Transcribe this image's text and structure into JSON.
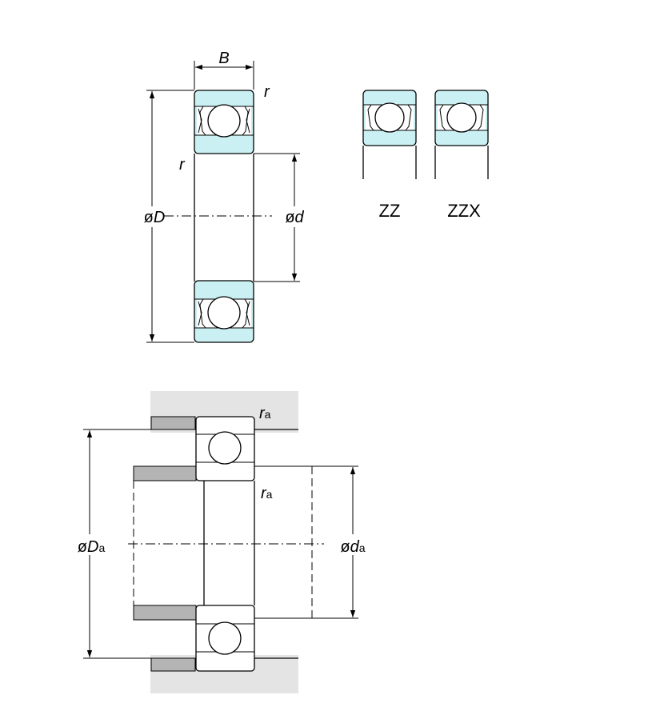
{
  "colors": {
    "ring_fill": "#cbf0f3",
    "housing_fill": "#e4e4e4",
    "shoulder_fill": "#b4b4b4",
    "line": "#000000"
  },
  "top_view": {
    "label_B": "B",
    "label_r_top": "r",
    "label_r_side": "r",
    "label_D": "D",
    "label_d": "d",
    "diameter_symbol": "ø"
  },
  "variants": [
    {
      "label": "ZZ"
    },
    {
      "label": "ZZX"
    }
  ],
  "bottom_view": {
    "label_ra_top": "r",
    "label_ra_top_sub": "a",
    "label_ra_mid": "r",
    "label_ra_mid_sub": "a",
    "label_Da": "D",
    "label_Da_sub": "a",
    "label_da": "d",
    "label_da_sub": "a",
    "diameter_symbol": "ø"
  }
}
